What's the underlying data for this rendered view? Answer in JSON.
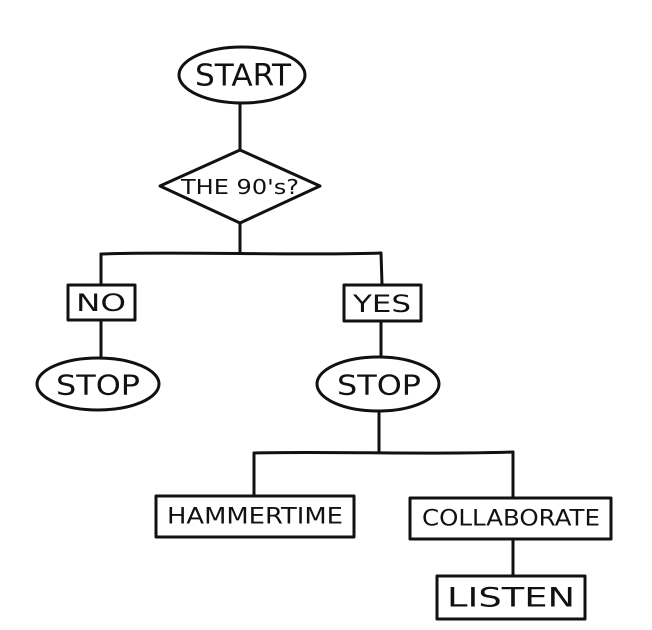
{
  "flowchart": {
    "start": "START",
    "question": "THE 90's?",
    "no": "NO",
    "yes": "YES",
    "stop_no": "STOP",
    "stop_yes": "STOP",
    "hammertime": "HAMMERTIME",
    "collaborate": "COLLABORATE",
    "listen": "LISTEN"
  },
  "colors": {
    "ink": "#111111",
    "background": "#ffffff"
  }
}
